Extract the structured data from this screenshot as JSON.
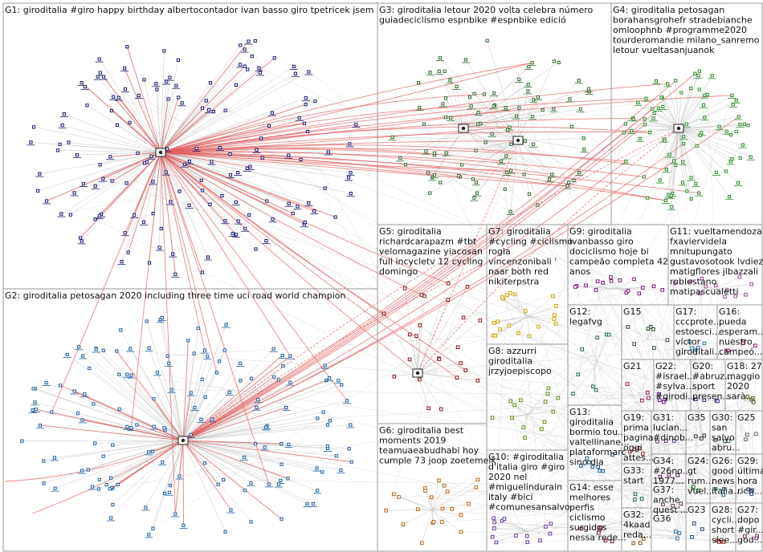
{
  "colors": {
    "box_border": "#9a9a9a",
    "edge_gray": "#c8c8c8",
    "edge_red": "#e06060",
    "text": "#111111"
  },
  "groups": [
    {
      "id": "g1",
      "lines": [
        "G1: giroditalia #giro happy birthday albertocontador ivan basso giro tpetricek jsem"
      ],
      "color": "#1a1a6e",
      "nodes": 150
    },
    {
      "id": "g2",
      "lines": [
        "G2: giroditalia petosagan 2020 including three time uci road world champion"
      ],
      "color": "#1f5f9e",
      "nodes": 150
    },
    {
      "id": "g3",
      "lines": [
        "G3: giroditalia letour 2020 volta celebra número",
        "guiadeciclismo espnbike #espnbike edició"
      ],
      "color": "#2e6b2e",
      "nodes": 90
    },
    {
      "id": "g4",
      "lines": [
        "G4: giroditalia petosagan",
        "borahansgrohefr stradebianche",
        "omloophnb #programme2020",
        "tourderomandie milano_sanremo",
        "letour vueltasanjuanok"
      ],
      "color": "#2a8a2a",
      "nodes": 80
    },
    {
      "id": "g5",
      "lines": [
        "G5: giroditalia",
        "richardcarapazm #tbt",
        "velomagazine yiacosan",
        "full incycletv 12 cycling",
        "domingo"
      ],
      "color": "#8a1a1a",
      "nodes": 25
    },
    {
      "id": "g6",
      "lines": [
        "G6: giroditalia best",
        "moments 2019",
        "teamuaeabudhabi hoy",
        "cumple 73 joop zoetemelk"
      ],
      "color": "#b5651d",
      "nodes": 22
    },
    {
      "id": "g7",
      "lines": [
        "G7: giroditalia",
        "#cycling #ciclismo",
        "rogla",
        "vincenzonibali '",
        "naar both red",
        "nikiterpstra"
      ],
      "color": "#c9a400",
      "nodes": 20
    },
    {
      "id": "g8",
      "lines": [
        "G8: azzurri",
        "giroditalia",
        "jrzyjoepiscopo"
      ],
      "color": "#5a8a1a",
      "nodes": 14
    },
    {
      "id": "g9",
      "lines": [
        "G9: giroditalia",
        "ivanbasso giro",
        "dociclismo hoje bi",
        "campeão completa 42",
        "anos"
      ],
      "color": "#7a1a7a",
      "nodes": 16
    },
    {
      "id": "g10",
      "lines": [
        "G10: #giroditalia",
        "d'italia giro #giro",
        "2020 nel",
        "#miguelindurain",
        "italy #bici",
        "#comunesansalvo"
      ],
      "color": "#6a3a9a",
      "nodes": 14
    },
    {
      "id": "g11",
      "lines": [
        "G11: vueltamendoza",
        "fxaviervidela",
        "mnitupungato",
        "gustavosotook lvdiez",
        "matigflores jlbazzali",
        "roblestano",
        "matipascualetti"
      ],
      "color": "#9a4a9a",
      "nodes": 12
    },
    {
      "id": "g12",
      "lines": [
        "G12:",
        "legafvg"
      ],
      "color": "#1a6a4a",
      "nodes": 8
    },
    {
      "id": "g13",
      "lines": [
        "G13:",
        "giroditalia",
        "bormio tou...",
        "valtellinane...",
        "plataformarc",
        "sino dia"
      ],
      "color": "#1a5a8a",
      "nodes": 8
    },
    {
      "id": "g14",
      "lines": [
        "G14: esse",
        "melhores",
        "perfis",
        "ciclismo",
        "surgidos",
        "nessa rede..."
      ],
      "color": "#7a1a4a",
      "nodes": 7
    },
    {
      "id": "g15",
      "lines": [
        "G15"
      ],
      "color": "#2a4a2a",
      "nodes": 7
    },
    {
      "id": "g16",
      "lines": [
        "G16:",
        "pueda",
        "esperam...",
        "nuestro",
        "campeó..."
      ],
      "color": "#9a1a6a",
      "nodes": 5
    },
    {
      "id": "g17",
      "lines": [
        "G17:",
        "cccprote...",
        "estoesci...",
        "víctor",
        "giroditali..."
      ],
      "color": "#1a7a9a",
      "nodes": 5
    },
    {
      "id": "g18",
      "lines": [
        "G18: 27",
        "maggio",
        "2020",
        "sarà..."
      ],
      "color": "#5a5a1a",
      "nodes": 4
    },
    {
      "id": "g19",
      "lines": [
        "G19:",
        "prima",
        "pagina",
        "oggi",
        "attes..."
      ],
      "color": "#8a2a2a",
      "nodes": 4
    },
    {
      "id": "g20",
      "lines": [
        "G20:",
        "#abruz...",
        "sport",
        "presen..."
      ],
      "color": "#2a2a8a",
      "nodes": 4
    },
    {
      "id": "g21",
      "lines": [
        "G21"
      ],
      "color": "#9a1a5a",
      "nodes": 4
    },
    {
      "id": "g22",
      "lines": [
        "G22:",
        "#israel...",
        "#sylva...",
        "#girodi..."
      ],
      "color": "#6a1a8a",
      "nodes": 4
    },
    {
      "id": "g23",
      "lines": [
        "G23"
      ],
      "color": "#1a4a7a",
      "nodes": 3
    },
    {
      "id": "g24",
      "lines": [
        "G24:",
        "gt",
        "rum...",
        "vuel..."
      ],
      "color": "#1a6a1a",
      "nodes": 3
    },
    {
      "id": "g25",
      "lines": [
        "G25"
      ],
      "color": "#6a6a6a",
      "nodes": 3
    },
    {
      "id": "g26",
      "lines": [
        "G26:",
        "good",
        "news",
        "italia..."
      ],
      "color": "#1a6a6a",
      "nodes": 3
    },
    {
      "id": "g27",
      "lines": [
        "G27:",
        "dopo",
        "#gir...",
        "god..."
      ],
      "color": "#7a2a6a",
      "nodes": 3
    },
    {
      "id": "g28",
      "lines": [
        "G28:",
        "cycli...",
        "short",
        "slee..."
      ],
      "color": "#9a1a1a",
      "nodes": 3
    },
    {
      "id": "g29",
      "lines": [
        "G29:",
        "última",
        "hora",
        "rich..."
      ],
      "color": "#2a4a8a",
      "nodes": 3
    },
    {
      "id": "g30",
      "lines": [
        "G30:",
        "san",
        "salvo",
        "abru..."
      ],
      "color": "#3a5a3a",
      "nodes": 3
    },
    {
      "id": "g31",
      "lines": [
        "G31:",
        "lucian...",
        "#dinob..."
      ],
      "color": "#5a2a7a",
      "nodes": 3
    },
    {
      "id": "g32",
      "lines": [
        "G32:",
        "4kaad",
        "reda..."
      ],
      "color": "#8a5a1a",
      "nodes": 3
    },
    {
      "id": "g33",
      "lines": [
        "G33:",
        "start"
      ],
      "color": "#1a5a5a",
      "nodes": 3
    },
    {
      "id": "g34",
      "lines": [
        "G34:",
        "#26no...",
        "1977..."
      ],
      "color": "#5a1a5a",
      "nodes": 3
    },
    {
      "id": "g35",
      "lines": [
        "G35"
      ],
      "color": "#2a2a2a",
      "nodes": 3
    },
    {
      "id": "g36",
      "lines": [
        "G36"
      ],
      "color": "#3a6a9a",
      "nodes": 3
    },
    {
      "id": "g37",
      "lines": [
        "G37:",
        "anche",
        "quest'..."
      ],
      "color": "#6a3a3a",
      "nodes": 3
    }
  ]
}
